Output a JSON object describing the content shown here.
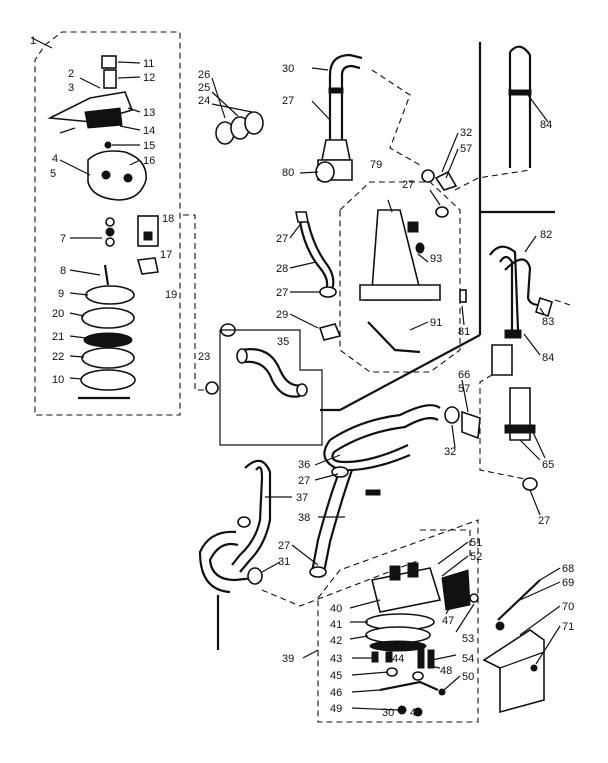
{
  "labels": {
    "n1": "1",
    "n2": "2",
    "n3": "3",
    "n4": "4",
    "n5": "5",
    "n7": "7",
    "n8": "8",
    "n9": "9",
    "n20": "20",
    "n21": "21",
    "n22": "22",
    "n10": "10",
    "n11": "11",
    "n12": "12",
    "n13": "13",
    "n14": "14",
    "n15": "15",
    "n16": "16",
    "n18": "18",
    "n17": "17",
    "n19": "19",
    "n23": "23",
    "n26": "26",
    "n25": "25",
    "n24": "24",
    "n30": "30",
    "n27a": "27",
    "n80": "80",
    "n79": "79",
    "n32a": "32",
    "n57a": "57",
    "n27b": "27",
    "n84a": "84",
    "n27c": "27",
    "n28": "28",
    "n27d": "27",
    "n29": "29",
    "n35": "35",
    "n93": "93",
    "n91": "91",
    "n81": "81",
    "n82": "82",
    "n83": "83",
    "n84b": "84",
    "n66": "66",
    "n57b": "57",
    "n32b": "32",
    "n65": "65",
    "n27e": "27",
    "n36": "36",
    "n27f": "27",
    "n37": "37",
    "n38": "38",
    "n27g": "27",
    "n31": "31",
    "n51": "51",
    "n52": "52",
    "n47": "47",
    "n53": "53",
    "n54": "54",
    "n48": "48",
    "n50": "50",
    "n40": "40",
    "n41": "41",
    "n42": "42",
    "n43": "43",
    "n44": "44",
    "n45": "45",
    "n46": "46",
    "n49": "49",
    "n30b": "30",
    "n49b": "49",
    "n39": "39",
    "n68": "68",
    "n69": "69",
    "n70": "70",
    "n71": "71"
  }
}
